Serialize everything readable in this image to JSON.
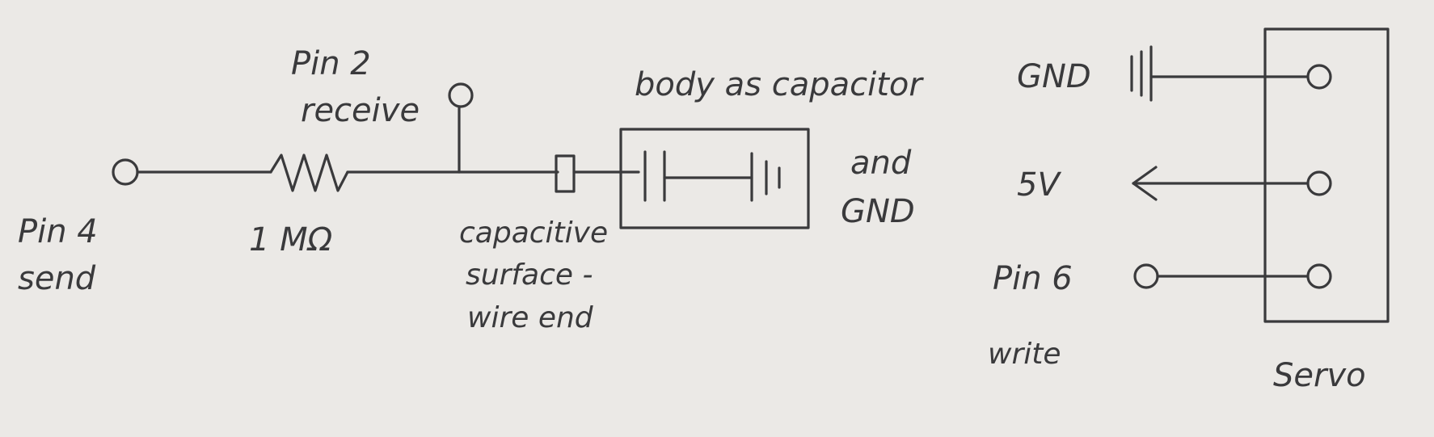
{
  "circuit": {
    "pin4_label": "Pin 4",
    "pin4_sub": "send",
    "pin2_label": "Pin 2",
    "pin2_sub": "receive",
    "resistor_value": "1 MΩ",
    "surface_line1": "capacitive",
    "surface_line2": "surface -",
    "surface_line3": "wire end",
    "body_label": "body as capacitor",
    "body_and": "and",
    "body_gnd": "GND"
  },
  "servo": {
    "gnd_label": "GND",
    "v5_label": "5V",
    "pin6_label": "Pin 6",
    "pin6_sub": "write",
    "name": "Servo"
  },
  "colors": {
    "paper": "#ebe9e6",
    "ink": "#3a3a3c"
  }
}
